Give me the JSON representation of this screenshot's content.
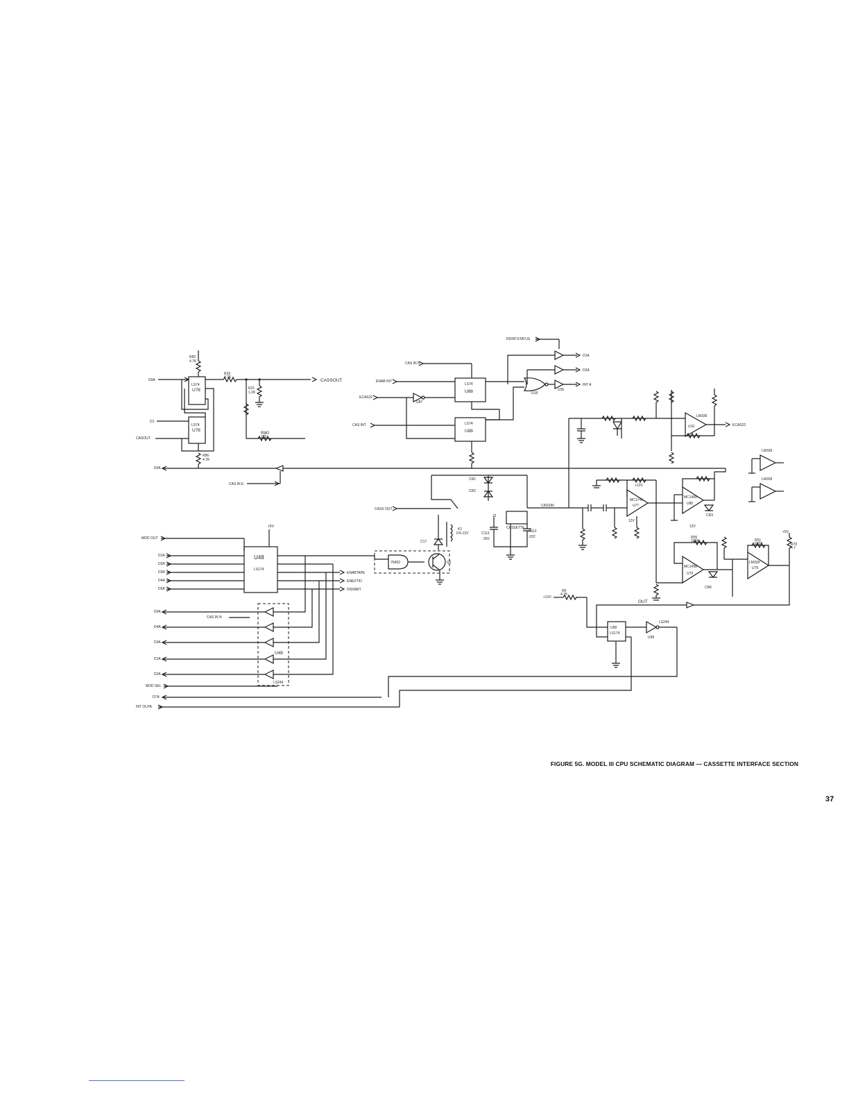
{
  "caption": "FIGURE 5G. MODEL III CPU SCHEMATIC DIAGRAM — CASSETTE INTERFACE SECTION",
  "page_number": "37",
  "signals": {
    "d0a": "D0A",
    "d1": "D1",
    "casout": "CASOUT",
    "casout_arrow": "CASSOUT",
    "d0a_return": "D0A",
    "cas_in_e": "CAS IN E",
    "cas_in_n": "CAS IN N",
    "enable_int": "ENAB INT",
    "ecas22_in": "ECAS22",
    "cas_interrupt": "CAS INT",
    "rd_int_status": "RDINTSTATUS",
    "d1a": "D1A",
    "d2a": "D2A",
    "int_out": "INT A",
    "ecas22_out": "ECAS22",
    "mod_out": "MOD OUT",
    "d1a_in": "D1A",
    "d2a_in": "D2A",
    "d3a_in": "D3A",
    "d4a_in": "D4A",
    "d5a_in": "D5A",
    "cass_out": "CASS OUT",
    "cass_in": "CASSIN",
    "enab_tape": "ENABTAPE",
    "enab_ext_io": "ENEXTIO",
    "dis_wait": "DISWAIT",
    "d0a_bus": "D0A",
    "cas_in_n2": "CAS IN N",
    "d4a_bus": "D4A",
    "d3a_bus": "D3A",
    "d1a_bus": "D1A",
    "d2a_bus": "D2A",
    "mod_sel": "MOD SEL",
    "d7a": "D7A",
    "int_outa": "INT OUTA",
    "plus5": "+5V",
    "plus12": "+12V",
    "minus12": "12V",
    "out": "OUT"
  },
  "parts": {
    "u78a": "LS74",
    "u78a_ref": "U78",
    "u78b": "LS74",
    "u78b_ref": "U78",
    "u88a": "LS74",
    "u88a_ref": "U88",
    "u88b": "LS74",
    "u88b_ref": "U88",
    "u87": "U87",
    "u18": "U18",
    "u35": "U35",
    "u48": "U48",
    "u48_type": "LS174",
    "u49": "U49",
    "u49_type": "LS244",
    "u77": "U77",
    "u77_type": "MC1741",
    "u80": "U80",
    "u80_type": "MC1458",
    "u79": "U79",
    "u79_type": "LM339",
    "u16": "U16",
    "u16_type": "LM339",
    "u58": "U58",
    "u58_type": "LS174",
    "u99": "U99",
    "u99_type": "LS244",
    "relay": "K1",
    "relay_type": "DS-12V",
    "gate_7532": "75452",
    "q_transistor": "Q1",
    "crystal_j3": "J3",
    "cassette": "CASSETTE",
    "r82": "R82",
    "r82_val": "4.7K",
    "r86": "R86",
    "r86_val": "4.7K",
    "r29": "R29",
    "r29_val": "4.7K",
    "r21": "R21",
    "r21_val": "1.2K",
    "r80": "R80",
    "r80_val": "220",
    "c113": "C113",
    "c113_val": ".002",
    "c112": "C112",
    "c112_val": ".022",
    "c17": "C17",
    "cr1": "CR1",
    "cr2": "CR2",
    "cr3": "CR3",
    "cr6": "CR6",
    "r55": "R55",
    "r55_val": "100K",
    "r6": "R6",
    "r6_val": "4.7K",
    "r70": "R70",
    "r70_val": "4.7",
    "r51": "R51",
    "r51_val": "620K"
  }
}
